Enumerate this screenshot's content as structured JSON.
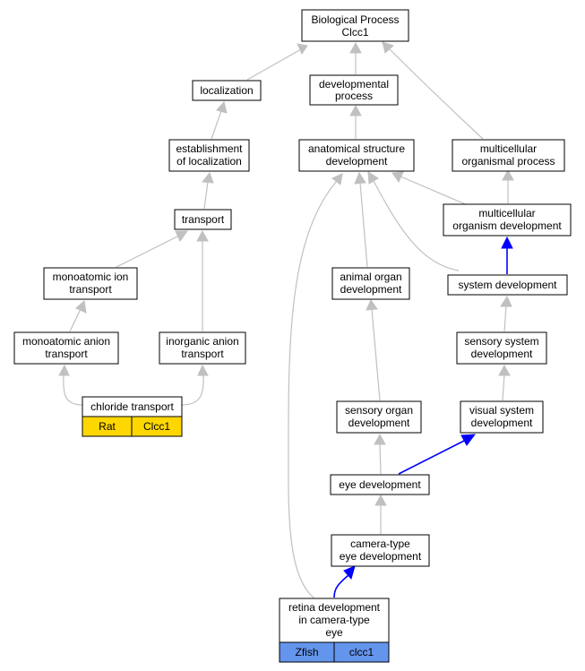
{
  "graph": {
    "colors": {
      "edge_default": "#c0c0c0",
      "edge_highlight": "#0000ff",
      "rat_cell": "#ffd700",
      "zfish_cell": "#6495ed"
    },
    "nodes": {
      "biological_process": [
        "Biological Process",
        "Clcc1"
      ],
      "localization": [
        "localization"
      ],
      "developmental_process": [
        "developmental",
        "process"
      ],
      "establishment_of_localization": [
        "establishment",
        "of localization"
      ],
      "anatomical_structure_development": [
        "anatomical structure",
        "development"
      ],
      "multicellular_organismal_process": [
        "multicellular",
        "organismal process"
      ],
      "transport": [
        "transport"
      ],
      "multicellular_organism_development": [
        "multicellular",
        "organism development"
      ],
      "monoatomic_ion_transport": [
        "monoatomic ion",
        "transport"
      ],
      "animal_organ_development": [
        "animal organ",
        "development"
      ],
      "system_development": [
        "system development"
      ],
      "monoatomic_anion_transport": [
        "monoatomic anion",
        "transport"
      ],
      "inorganic_anion_transport": [
        "inorganic anion",
        "transport"
      ],
      "sensory_system_development": [
        "sensory system",
        "development"
      ],
      "chloride_transport": [
        "chloride transport"
      ],
      "sensory_organ_development": [
        "sensory organ",
        "development"
      ],
      "visual_system_development": [
        "visual system",
        "development"
      ],
      "eye_development": [
        "eye development"
      ],
      "camera_type_eye_development": [
        "camera-type",
        "eye development"
      ],
      "retina_development": [
        "retina development",
        "in camera-type",
        "eye"
      ]
    },
    "annotations": {
      "chloride_transport": [
        "Rat",
        "Clcc1"
      ],
      "retina_development": [
        "Zfish",
        "clcc1"
      ]
    }
  }
}
